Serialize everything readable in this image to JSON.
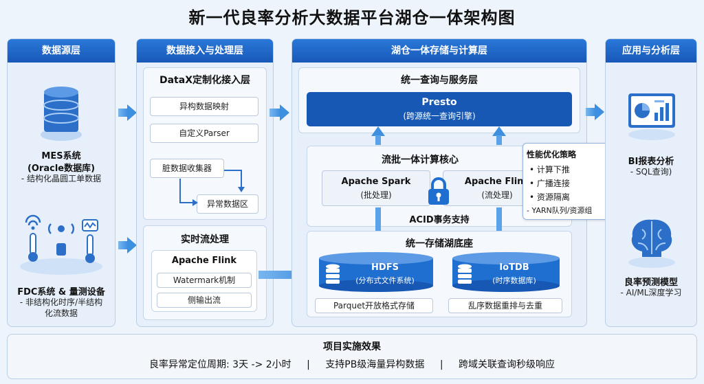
{
  "title": "新一代良率分析大数据平台湖仓一体架构图",
  "columns": {
    "source": "数据源层",
    "ingest": "数据接入与处理层",
    "lake": "湖仓一体存储与计算层",
    "app": "应用与分析层"
  },
  "source": {
    "mes_title": "MES系统",
    "mes_sub": "(Oracle数据库)",
    "mes_desc": "- 结构化晶圆工单数据",
    "fdc_title": "FDC系统 & 量测设备",
    "fdc_desc1": "- 非结构化时序/半结构",
    "fdc_desc2": "化流数据"
  },
  "ingest": {
    "datax_title": "DataX定制化接入层",
    "map": "异构数据映射",
    "parser": "自定义Parser",
    "dirty": "脏数据收集器",
    "exception": "异常数据区",
    "stream_title": "实时流处理",
    "flink": "Apache Flink",
    "watermark": "Watermark机制",
    "sideout": "侧输出流"
  },
  "lake": {
    "query_title": "统一查询与服务层",
    "presto": "Presto",
    "presto_sub": "(跨源统一查询引擎)",
    "compute_title": "流批一体计算核心",
    "spark": "Apache Spark",
    "spark_sub": "(批处理)",
    "flink": "Apache Flink",
    "flink_sub": "(流处理)",
    "acid": "ACID事务支持",
    "storage_title": "统一存储湖底座",
    "hdfs": "HDFS",
    "hdfs_sub": "(分布式文件系统)",
    "iotdb": "IoTDB",
    "iotdb_sub": "(时序数据库)",
    "parquet": "Parquet开放格式存储",
    "reorder": "乱序数据重排与去重"
  },
  "perf": {
    "title": "性能优化策略",
    "items": [
      "• 计算下推",
      "• 广播连接",
      "• 资源隔离",
      "- YARN队列/资源组"
    ]
  },
  "app": {
    "bi_title": "BI报表分析",
    "bi_sub": "- SQL查询)",
    "ml_title": "良率预测模型",
    "ml_sub": "- AI/ML深度学习"
  },
  "footer": {
    "title": "项目实施效果",
    "item1": "良率异常定位周期: 3天 -> 2小时",
    "sep": "|",
    "item2": "支持PB级海量异构数据",
    "item3": "跨域关联查询秒级响应"
  },
  "colors": {
    "header_blue": "#1f66c9",
    "presto_blue": "#1658b4",
    "db_blue": "#1f6fd1",
    "arrow": "#3d8fe0"
  }
}
